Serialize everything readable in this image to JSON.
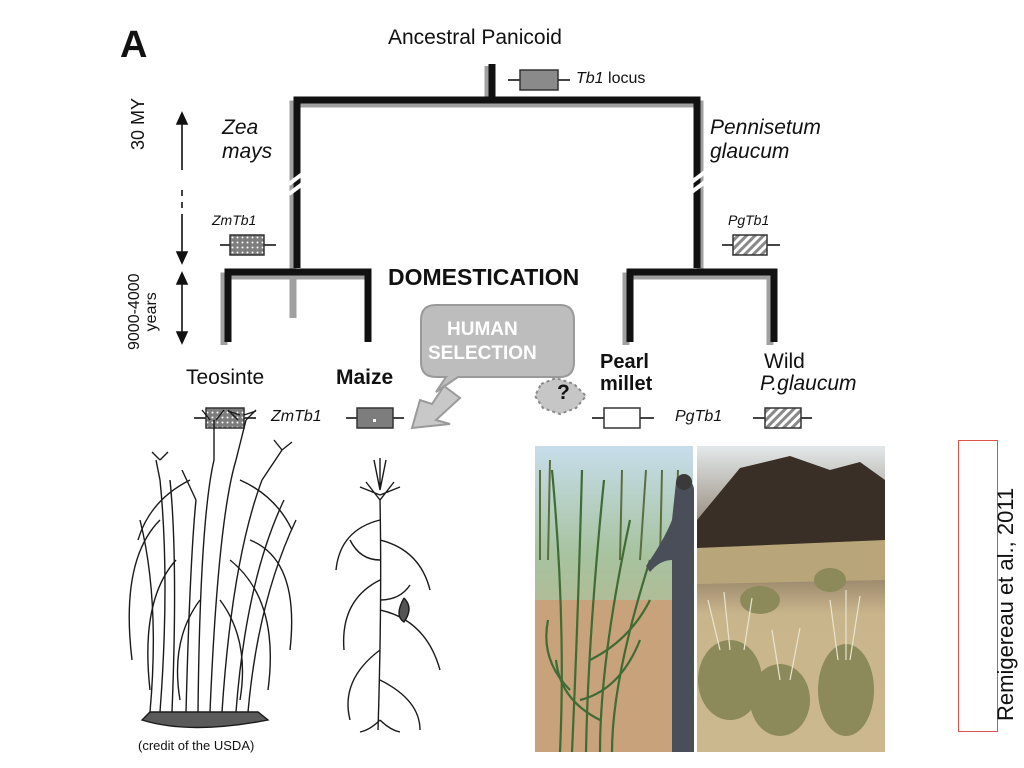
{
  "panel_label": "A",
  "title": "Ancestral Panicoid",
  "locus_gene": "Tb1",
  "locus_suffix": "locus",
  "left_species_line1": "Zea",
  "left_species_line2": "mays",
  "right_species_line1": "Pennisetum",
  "right_species_line2": "glaucum",
  "left_gene_top": "ZmTb1",
  "right_gene_top": "PgTb1",
  "timescale_long": "30 MY",
  "timescale_short_line1": "9000-4000",
  "timescale_short_line2": "years",
  "domestication": "DOMESTICATION",
  "human_selection_line1": "HUMAN",
  "human_selection_line2": "SELECTION",
  "taxa": {
    "teosinte": "Teosinte",
    "maize": "Maize",
    "pearl_line1": "Pearl",
    "pearl_line2": "millet",
    "wild_line1": "Wild",
    "wild_line2": "P.glaucum"
  },
  "left_gene_bottom": "ZmTb1",
  "right_gene_bottom": "PgTb1",
  "question_mark": "?",
  "photo_credit": "(credit of the USDA)",
  "citation": "Remigereau et al., 2011",
  "colors": {
    "branch": "#111111",
    "branch_shadow": "#a0a0a0",
    "gene_box": "#808080",
    "human_bubble": "#bdbdbd",
    "citation_border": "#d9534f"
  }
}
